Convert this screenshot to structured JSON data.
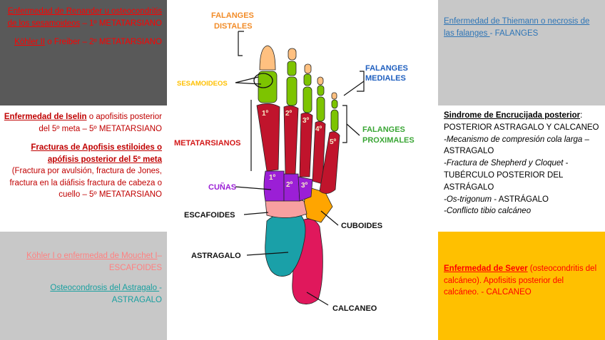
{
  "left": {
    "renander_title": "Enfermedad de Renander u osteocondritis de los sesamoideos",
    "renander_rest": " – 1º METATARSIANO",
    "kohler2_title": "Köhler II",
    "kohler2_rest": " o Freiber – 2º METATARSIANO",
    "iselin_title": "Enfermedad de Iselin",
    "iselin_rest": " o apofisitis posterior del 5º meta – 5º METATARSIANO",
    "fracturas_title": "Fracturas de Apofisis estiloides o apófisis posterior del 5º meta",
    "fracturas_rest": "(Fractura por avulsión, fractura de Jones, fractura en la diáfisis fractura de cabeza o cuello – 5º METATARSIANO",
    "kohler1_title": "Köhler I o enfermedad de Mouchet I",
    "kohler1_rest": "– ESCAFOIDES",
    "astragalo_title": "Osteocondrosis del Astragalo ",
    "astragalo_rest": "- ASTRAGALO"
  },
  "right": {
    "thiemann_title": "Enfermedad de Thiemann o necrosis de las falanges ",
    "thiemann_rest": "- FALANGES",
    "sindrome_title": "Sindrome de Encrucijada posterior",
    "sindrome_after": ": POSTERIOR ASTRAGALO Y CALCANEO",
    "mecanismo": "-Mecanismo de compresión cola larga",
    "mecanismo_rest": " – ASTRAGALO",
    "shepherd": "-Fractura de Shepherd y Cloquet",
    "shepherd_rest": " - TUBÉRCULO POSTERIOR DEL ASTRÁGALO",
    "trigonum": "-Os-trigonum",
    "trigonum_rest": " - ASTRÁGALO",
    "conflicto": "-Conflicto tibio calcáneo",
    "sever_title": "Enfermedad de Sever",
    "sever_rest": " (osteocondritis del calcáneo). Apofisitis posterior del calcáneo. - CALCANEO"
  },
  "diagram": {
    "falanges_distales": [
      "FALANGES",
      "DISTALES"
    ],
    "sesamoideos": "SESAMOIDEOS",
    "falanges_mediales": [
      "FALANGES",
      "MEDIALES"
    ],
    "falanges_proximales": [
      "FALANGES",
      "PROXIMALES"
    ],
    "metatarsianos": "METATARSIANOS",
    "cunas": "CUÑAS",
    "escafoides": "ESCAFOIDES",
    "cuboides": "CUBOIDES",
    "astragalo": "ASTRAGALO",
    "calcaneo": "CALCANEO",
    "meta_numbers": [
      "1º",
      "2º",
      "3º",
      "4º",
      "5º"
    ],
    "cuna_numbers": [
      "1º",
      "2º",
      "3º"
    ]
  },
  "colors": {
    "distal": "#ffc080",
    "proximal": "#7dc400",
    "metatarsal": "#c0142c",
    "cunas": "#9b1fd6",
    "escafoides": "#f7a0a0",
    "cuboides": "#ffa500",
    "astragalo": "#1aa0a8",
    "calcaneo": "#e0185c"
  }
}
